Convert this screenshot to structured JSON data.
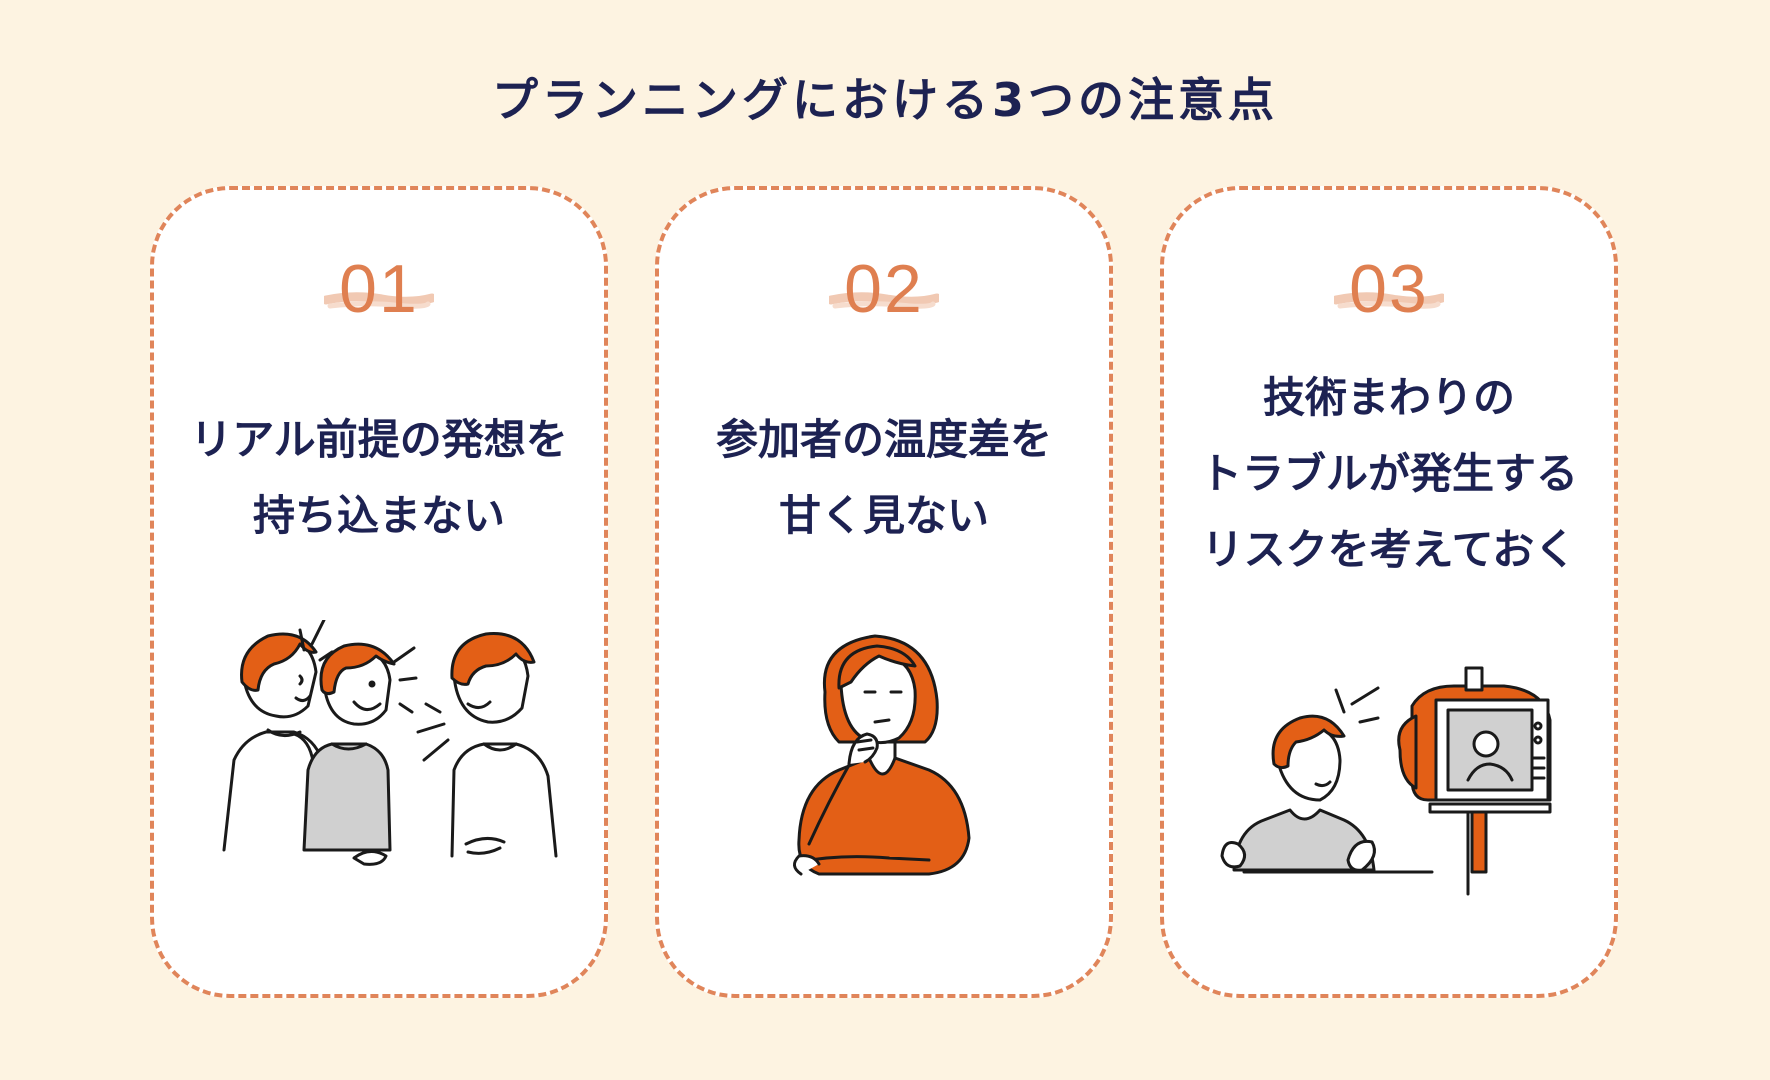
{
  "title": "プランニングにおける3つの注意点",
  "colors": {
    "background": "#fdf3e1",
    "accent": "#df7f50",
    "ink": "#1d2252",
    "illust_orange": "#e35f16",
    "illust_gray": "#d0d0d0"
  },
  "cards": [
    {
      "number": "01",
      "lines": [
        "リアル前提の発想を",
        "持ち込まない"
      ],
      "illustration": "three-people-chatting"
    },
    {
      "number": "02",
      "lines": [
        "参加者の温度差を",
        "甘く見ない"
      ],
      "illustration": "thinking-woman"
    },
    {
      "number": "03",
      "lines": [
        "技術まわりの",
        "トラブルが発生する",
        "リスクを考えておく"
      ],
      "illustration": "person-with-camera"
    }
  ]
}
